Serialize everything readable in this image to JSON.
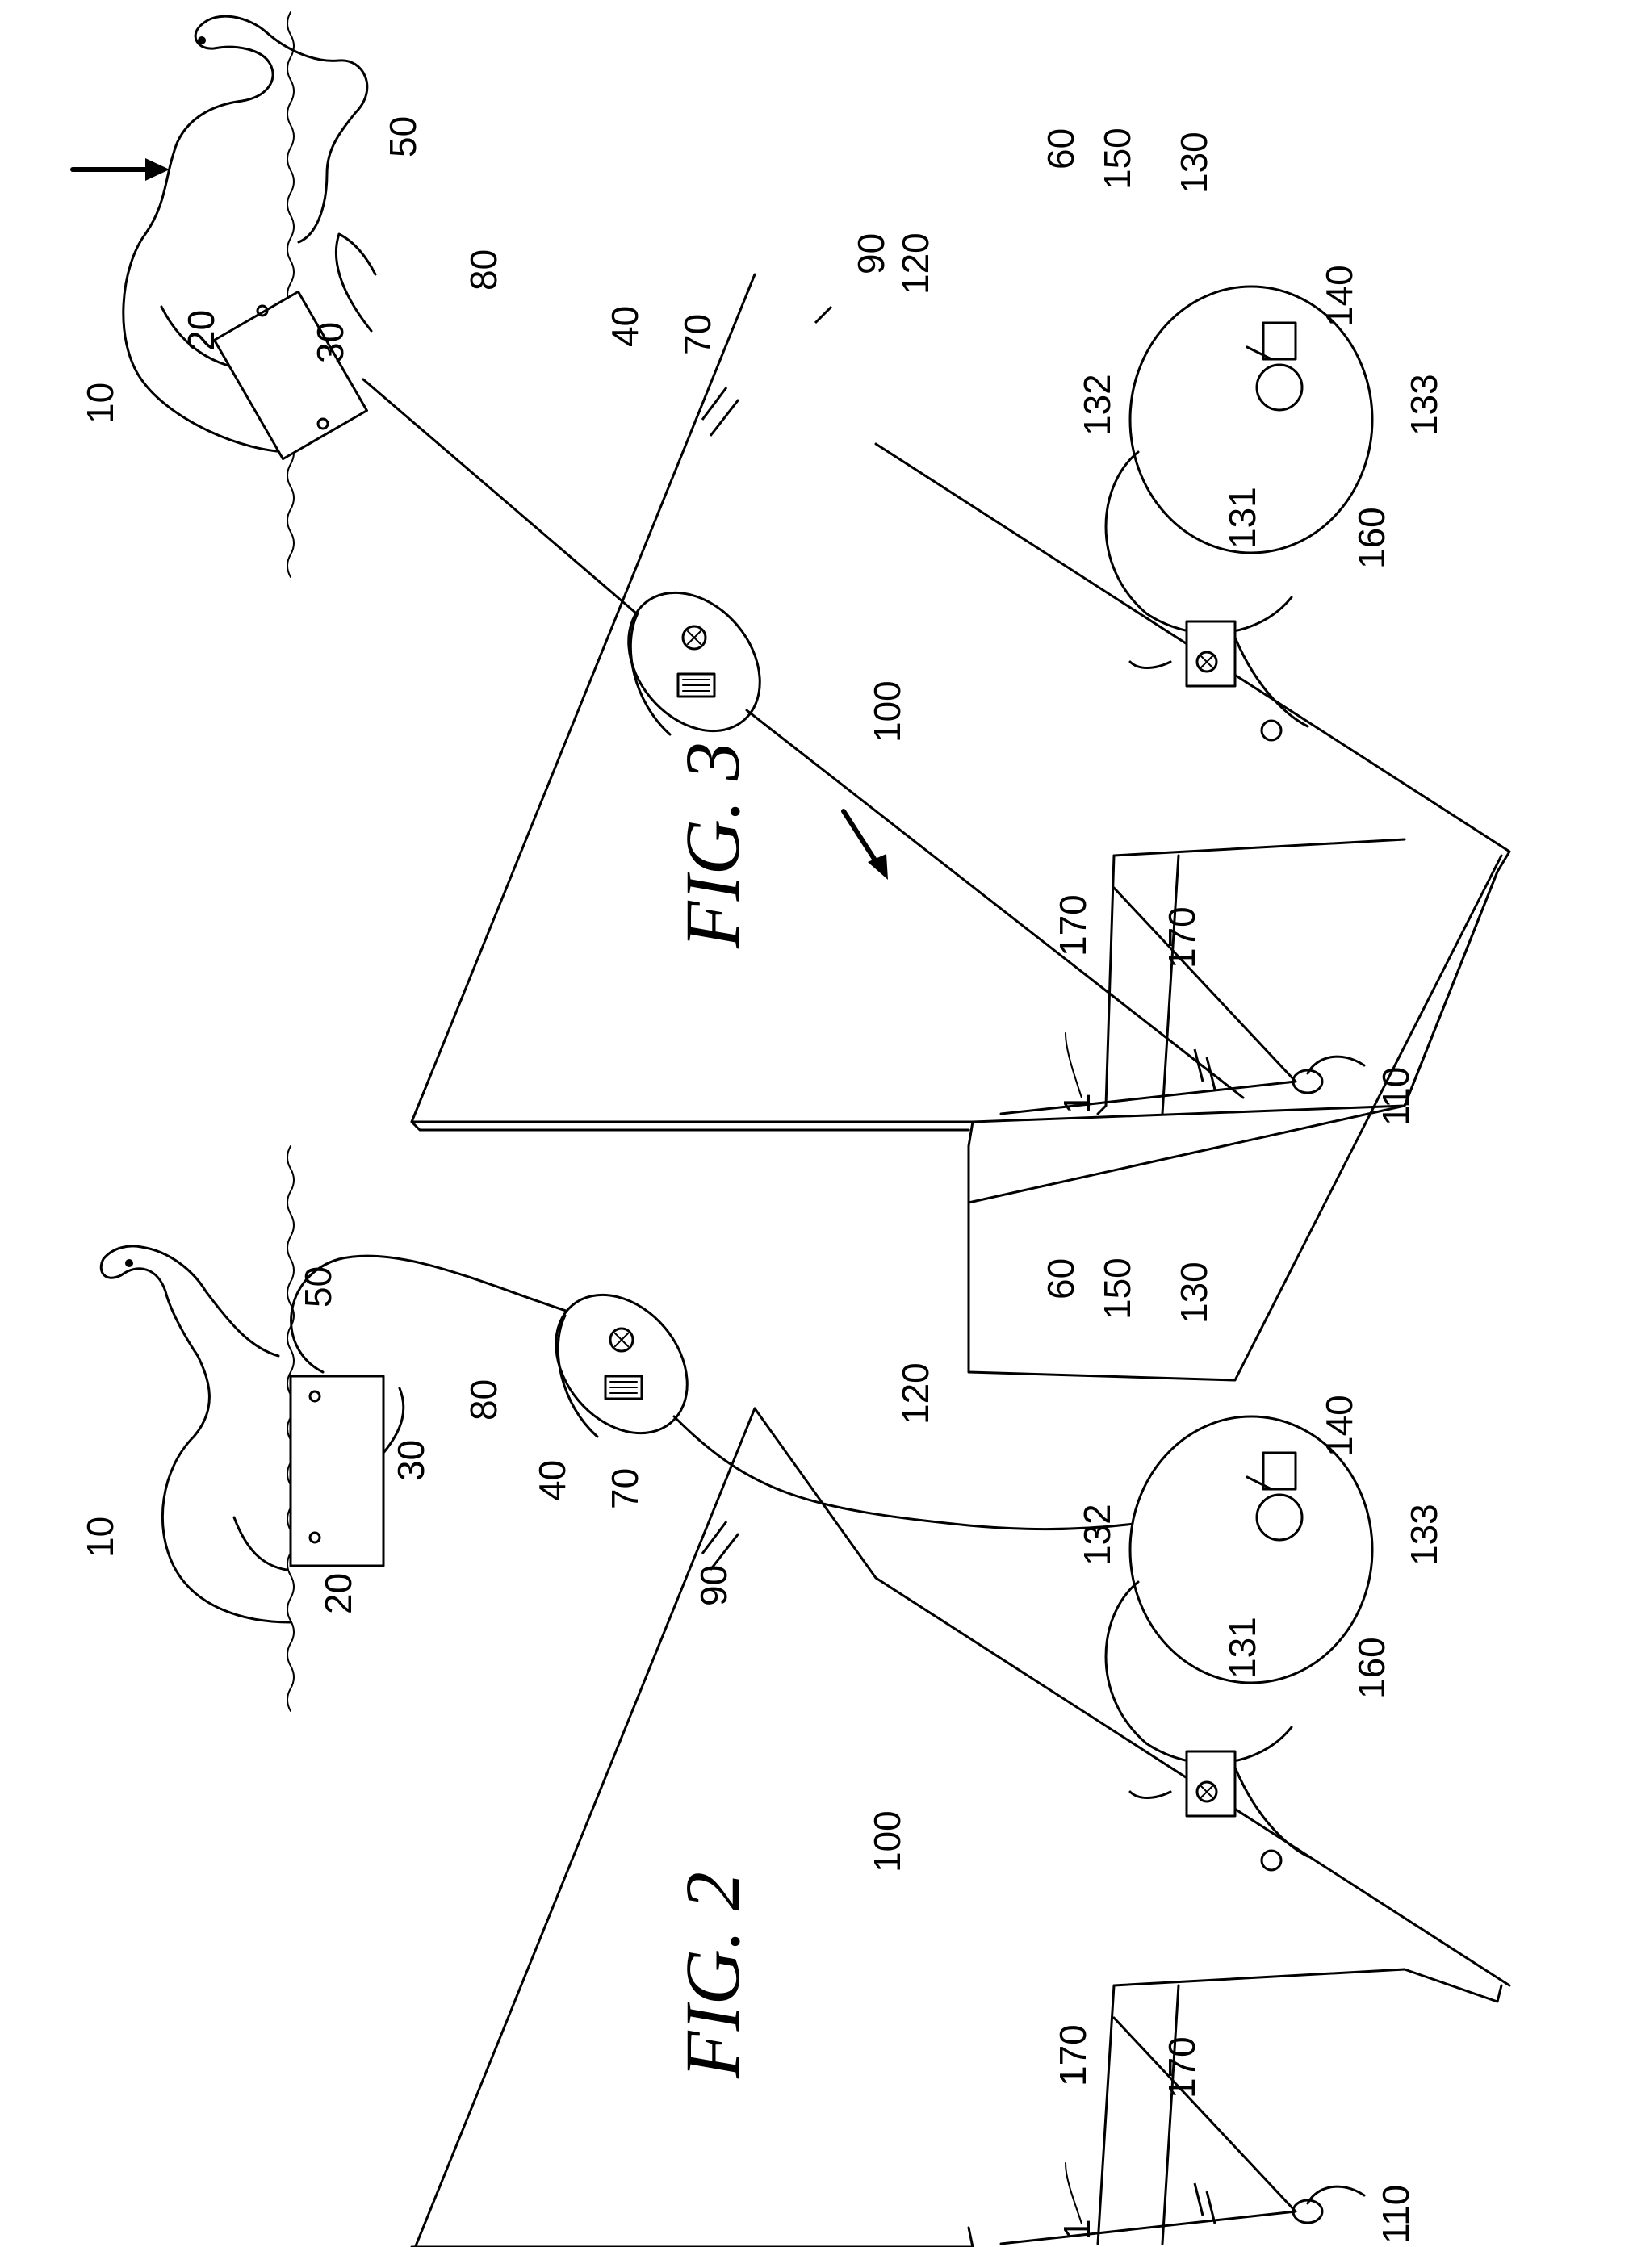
{
  "figures": [
    {
      "id": "fig2",
      "caption": "FIG. 2",
      "refs": {
        "r1": "1",
        "r10": "10",
        "r20": "20",
        "r30": "30",
        "r40": "40",
        "r50": "50",
        "r60": "60",
        "r70": "70",
        "r80": "80",
        "r90": "90",
        "r100": "100",
        "r110": "110",
        "r120": "120",
        "r130": "130",
        "r131": "131",
        "r132": "132",
        "r133": "133",
        "r140": "140",
        "r150": "150",
        "r160": "160",
        "r170a": "170",
        "r170b": "170"
      }
    },
    {
      "id": "fig3",
      "caption": "FIG. 3",
      "refs": {
        "r1": "1",
        "r10": "10",
        "r20": "20",
        "r30": "30",
        "r40": "40",
        "r50": "50",
        "r60": "60",
        "r70": "70",
        "r80": "80",
        "r90": "90",
        "r100": "100",
        "r110": "110",
        "r120": "120",
        "r130": "130",
        "r131": "131",
        "r132": "132",
        "r133": "133",
        "r140": "140",
        "r150": "150",
        "r160": "160",
        "r170a": "170",
        "r170b": "170"
      }
    }
  ],
  "arrows": [
    "down-arrow",
    "line-arrow"
  ]
}
